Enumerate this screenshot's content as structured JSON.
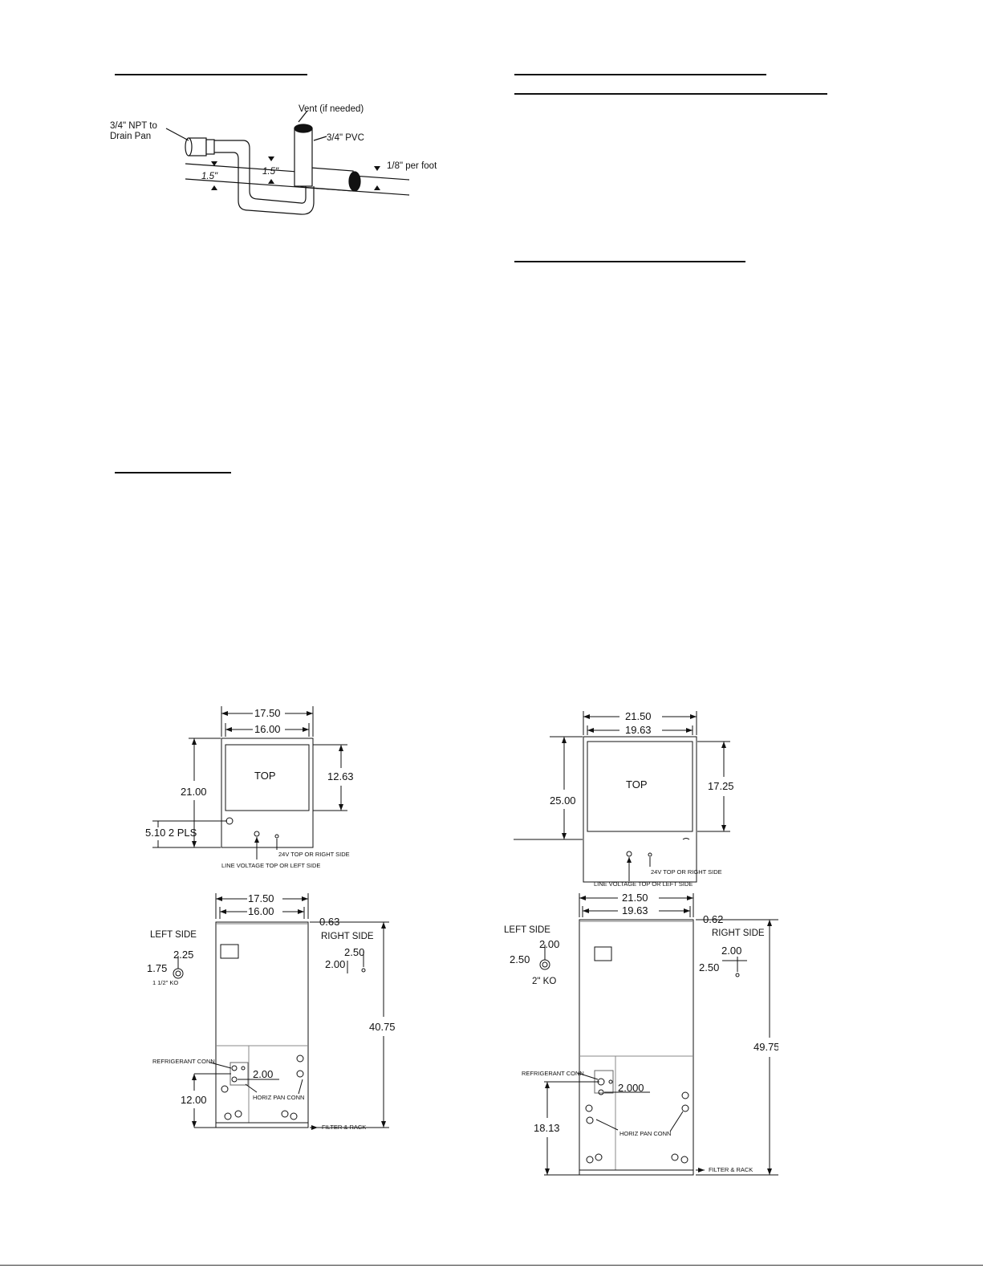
{
  "trap": {
    "npt_label_1": "3/4\" NPT to",
    "npt_label_2": "Drain Pan",
    "vent_label": "Vent (if needed)",
    "pvc_label": "3/4\" PVC",
    "slope_label": "1/8\" per foot",
    "dim_a": "1.5\"",
    "dim_b": "1.5\""
  },
  "unit1": {
    "top": {
      "width_outer": "17.50",
      "width_inner": "16.00",
      "depth": "21.00",
      "panel_depth": "12.63",
      "knockout_offset": "5.10  2 PLS",
      "panel_label": "TOP",
      "note_24v": "24V TOP OR RIGHT SIDE",
      "note_line": "LINE VOLTAGE TOP OR LEFT SIDE"
    },
    "front": {
      "width_outer": "17.50",
      "width_inner": "16.00",
      "flange": "0.63",
      "height": "40.75",
      "left_label": "LEFT SIDE",
      "right_label": "RIGHT SIDE",
      "left_ko_h": "2.25",
      "left_ko_v": "1.75",
      "left_ko_note": "1 1/2\" KO",
      "right_ko_h": "2.50",
      "right_ko_v": "2.00",
      "ref_label": "REFRIGERANT CONN",
      "ref_dim": "2.00",
      "ref_height": "12.00",
      "horiz_label": "HORIZ PAN CONN",
      "filter_label": "FILTER & RACK"
    }
  },
  "unit2": {
    "top": {
      "width_outer": "21.50",
      "width_inner": "19.63",
      "depth": "25.00",
      "panel_depth": "17.25",
      "panel_label": "TOP",
      "note_24v": "24V TOP OR RIGHT SIDE",
      "note_line": "LINE VOLTAGE TOP OR LEFT SIDE"
    },
    "front": {
      "width_outer": "21.50",
      "width_inner": "19.63",
      "flange": "0.62",
      "height": "49.75",
      "left_label": "LEFT SIDE",
      "right_label": "RIGHT SIDE",
      "left_ko_h": "2.00",
      "left_ko_v": "2.50",
      "left_ko_note": "2\" KO",
      "right_ko_h": "2.00",
      "right_ko_v": "2.50",
      "ref_label": "REFRIGERANT CONN",
      "ref_dim": "2.000",
      "ref_height": "18.13",
      "horiz_label": "HORIZ PAN CONN",
      "filter_label": "FILTER & RACK"
    }
  }
}
